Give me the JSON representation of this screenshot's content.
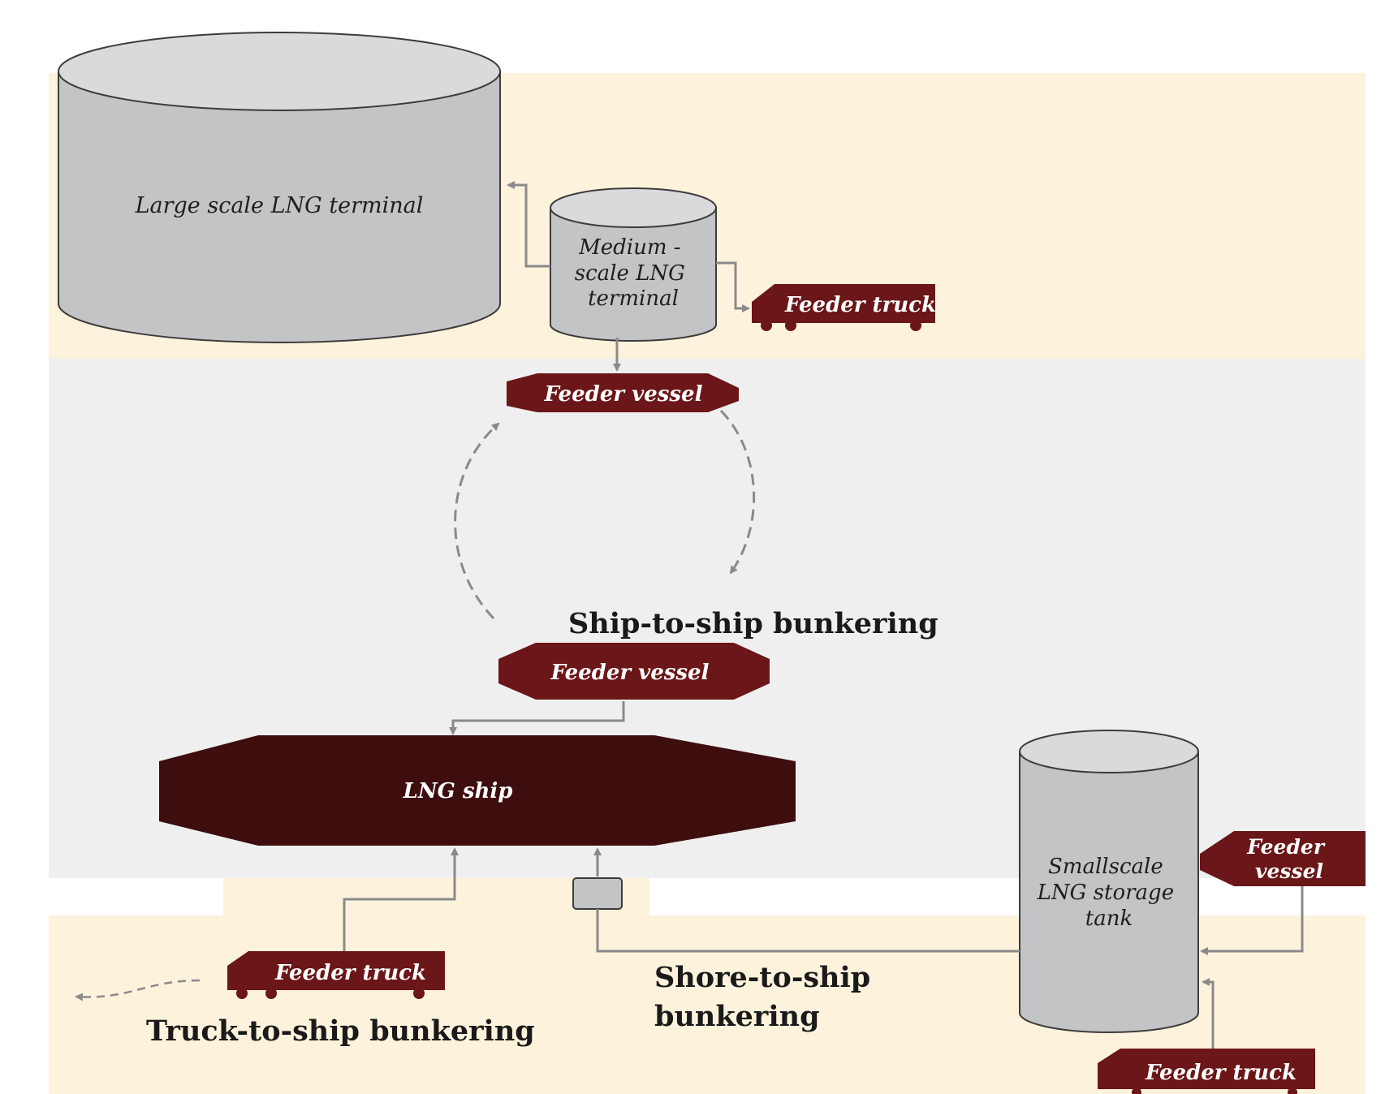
{
  "diagram": {
    "colors": {
      "land": "#fdf3dc",
      "water": "#efeff0",
      "tank_fill": "#c3c4c6",
      "tank_top": "#d9dadb",
      "tank_stroke": "#3c3c3c",
      "vessel": "#6b1618",
      "ship": "#3e0e0f",
      "truck": "#6b1618",
      "arrow": "#8a8a8a"
    },
    "nodes": {
      "large_terminal": "Large scale LNG terminal",
      "medium_terminal": [
        "Medium -",
        "scale LNG",
        "terminal"
      ],
      "feeder_truck_top": "Feeder truck",
      "feeder_vessel_top": "Feeder vessel",
      "feeder_vessel_mid": "Feeder vessel",
      "lng_ship": "LNG ship",
      "smallscale_tank": [
        "Smallscale",
        "LNG storage",
        "tank"
      ],
      "feeder_vessel_right": [
        "Feeder",
        "vessel"
      ],
      "feeder_truck_left": "Feeder truck",
      "feeder_truck_bottom": "Feeder truck"
    },
    "headings": {
      "ship_to_ship": "Ship-to-ship bunkering",
      "shore_to_ship": [
        "Shore-to-ship",
        "bunkering"
      ],
      "truck_to_ship": "Truck-to-ship bunkering"
    }
  }
}
